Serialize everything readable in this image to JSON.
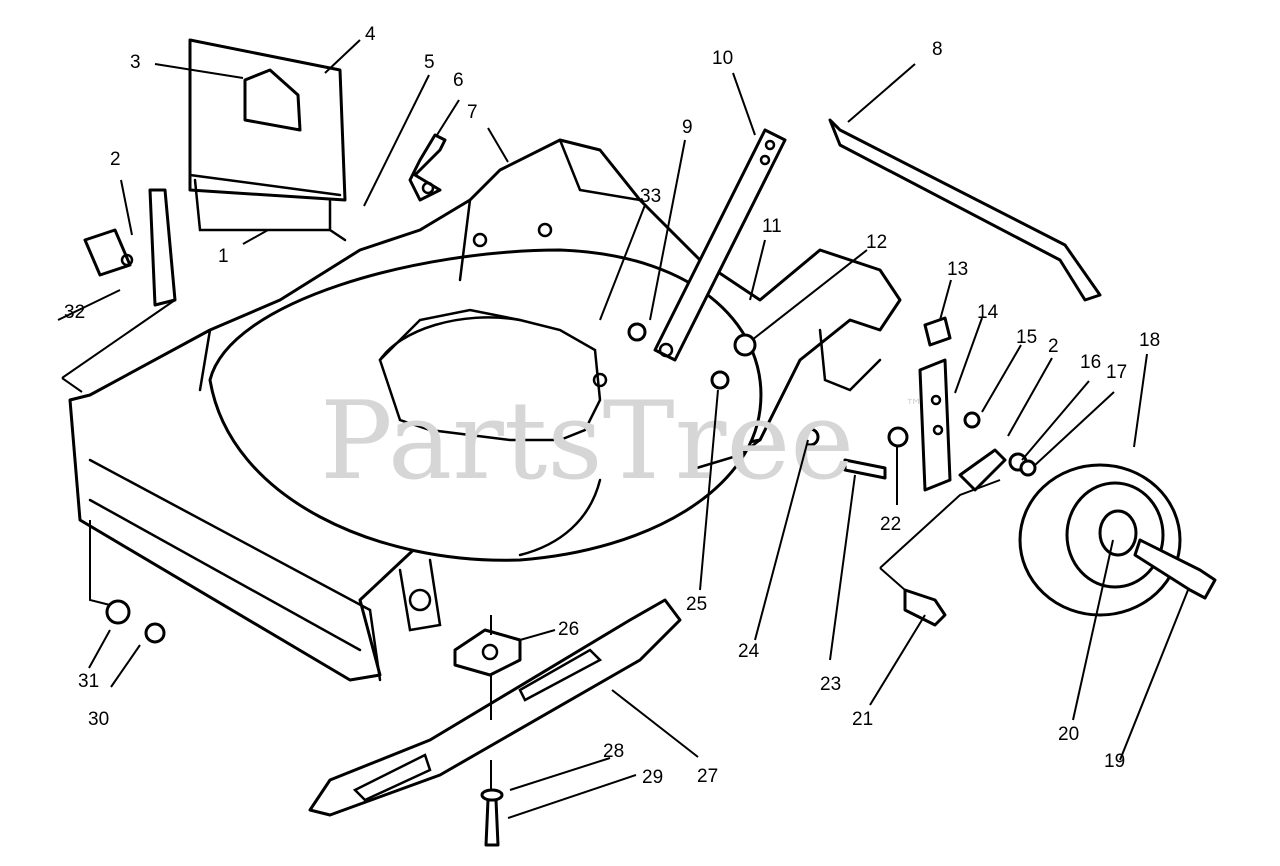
{
  "watermark": {
    "text": "PartsTree",
    "mark": "™"
  },
  "callouts": [
    "1",
    "2",
    "3",
    "4",
    "5",
    "6",
    "7",
    "8",
    "9",
    "10",
    "11",
    "12",
    "13",
    "14",
    "15",
    "2",
    "16",
    "17",
    "18",
    "19",
    "20",
    "21",
    "22",
    "23",
    "24",
    "25",
    "26",
    "27",
    "28",
    "29",
    "30",
    "31",
    "32",
    "33"
  ]
}
